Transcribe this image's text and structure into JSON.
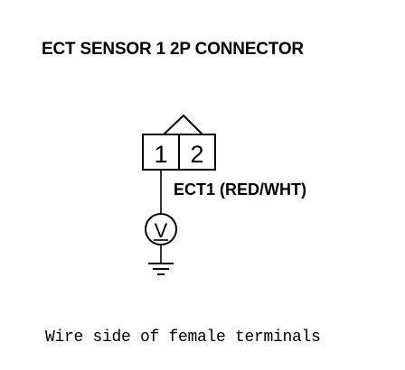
{
  "title": "ECT SENSOR 1 2P CONNECTOR",
  "connector": {
    "pin1": "1",
    "pin2": "2"
  },
  "wire_label": "ECT1 (RED/WHT)",
  "meter": {
    "symbol": "V"
  },
  "caption": "Wire side of female terminals",
  "colors": {
    "ink": "#000000",
    "background": "#ffffff"
  }
}
